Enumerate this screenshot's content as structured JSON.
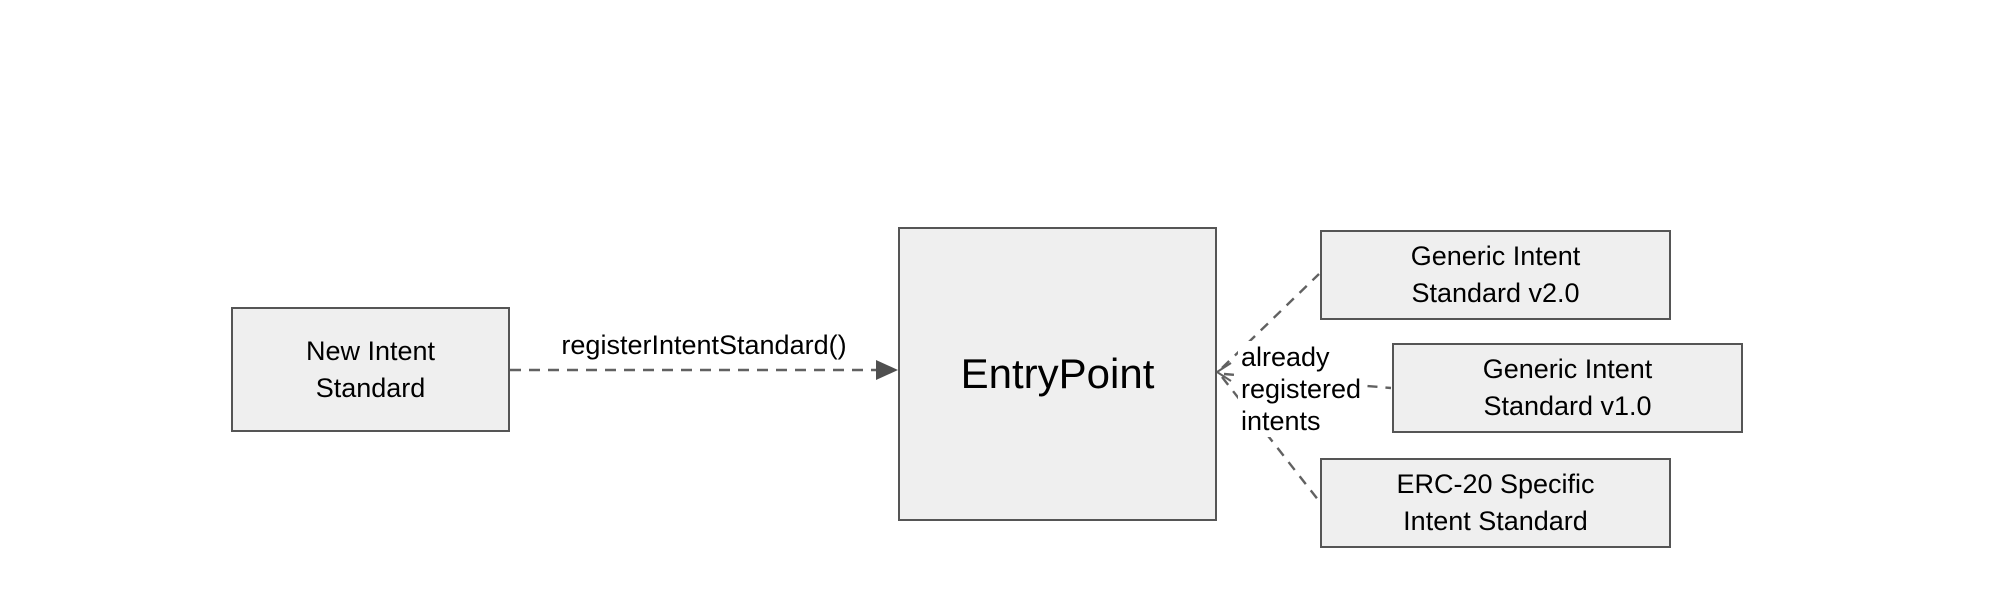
{
  "diagram": {
    "type": "flow-diagram",
    "background_color": "#ffffff",
    "box_fill_color": "#efefef",
    "box_border_color": "#555555",
    "connector_color": "#616161",
    "connector_style": "dashed",
    "text_color": "#000000"
  },
  "nodes": {
    "new_intent_standard": {
      "label": "New Intent\nStandard"
    },
    "entry_point": {
      "label": "EntryPoint"
    },
    "generic_v2": {
      "label": "Generic Intent\nStandard v2.0"
    },
    "generic_v1": {
      "label": "Generic Intent\nStandard v1.0"
    },
    "erc20": {
      "label": "ERC-20 Specific\nIntent Standard"
    }
  },
  "edges": {
    "register": {
      "label": "registerIntentStandard()",
      "from": "new_intent_standard",
      "to": "entry_point",
      "arrowhead": "filled-triangle"
    },
    "already_registered": {
      "label": "already\nregistered\nintents",
      "from": "generic_v2, generic_v1, erc20",
      "to": "entry_point",
      "arrowhead": "open-chevron"
    }
  }
}
